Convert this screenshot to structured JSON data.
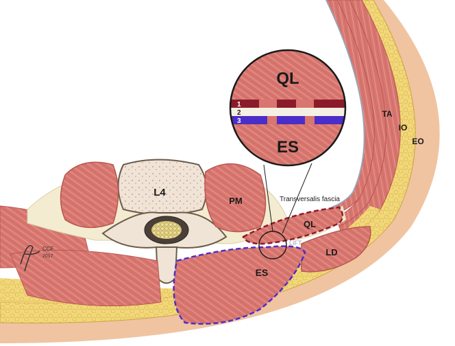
{
  "labels": {
    "vertebra": "L4",
    "psoas": "PM",
    "quadratus": "QL",
    "erector": "ES",
    "latissimus": "LD",
    "transversus": "TA",
    "internal_oblique": "IO",
    "external_oblique": "EO",
    "fascia": "Transversalis fascia",
    "lift": "LIFT"
  },
  "inset": {
    "top_label": "QL",
    "bottom_label": "ES",
    "layer1": "1",
    "layer2": "2",
    "layer3": "3"
  },
  "signature": {
    "org": "CCF",
    "year": "2017"
  },
  "colors": {
    "muscle": "#d8766f",
    "muscle_dark": "#b85650",
    "fat": "#f2d878",
    "fat_outline": "#c9a24a",
    "skin": "#f0c4a0",
    "fascia": "#f4ecd0",
    "bone": "#efe4d6",
    "dark_red": "#8c1b2a",
    "blue": "#4b2ec8"
  }
}
